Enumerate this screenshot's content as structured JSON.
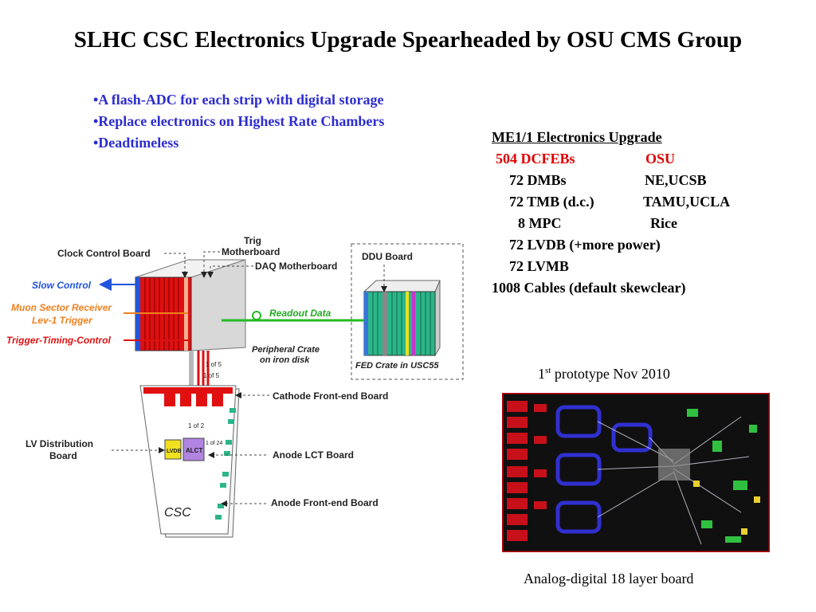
{
  "title": "SLHC CSC Electronics Upgrade Spearheaded by OSU CMS Group",
  "bullets": [
    "•A flash-ADC for each strip with digital storage",
    "•Replace electronics on Highest Rate Chambers",
    "•Deadtimeless"
  ],
  "upgrade": {
    "header": "ME1/1 Electronics Upgrade",
    "rows": [
      {
        "item": "504 DCFEBs",
        "who": "OSU"
      },
      {
        "item": "72 DMBs",
        "who": "NE,UCSB"
      },
      {
        "item": "72 TMB (d.c.)",
        "who": "TAMU,UCLA"
      },
      {
        "item": "8 MPC",
        "who": "Rice"
      },
      {
        "item": "72 LVDB (+more power)",
        "who": ""
      },
      {
        "item": "72 LVMB",
        "who": ""
      }
    ],
    "cables": "1008 Cables (default skewclear)"
  },
  "prototype": {
    "caption_pre": "1",
    "caption_sup": "st",
    "caption_post": " prototype Nov 2010",
    "board_caption": "Analog-digital 18 layer board"
  },
  "diagram": {
    "labels": {
      "clock_control": "Clock Control Board",
      "trig_mb_1": "Trig",
      "trig_mb_2": "Motherboard",
      "daq_mb": "DAQ Motherboard",
      "ddu_board": "DDU Board",
      "slow_control": "Slow Control",
      "muon_sector_1": "Muon Sector Receiver",
      "muon_sector_2": "Lev-1 Trigger",
      "ttc": "Trigger-Timing-Control",
      "readout": "Readout Data",
      "periph_1": "Peripheral Crate",
      "periph_2": "on iron disk",
      "fed_crate": "FED Crate in USC55",
      "one_of_five_a": "1 of 5",
      "one_of_five_b": "1 of 5",
      "cathode_feb": "Cathode Front-end Board",
      "one_of_two": "1 of 2",
      "one_of_24": "1 of 24",
      "lvdb": "LVDB",
      "alct": "ALCT",
      "lv_dist_1": "LV Distribution",
      "lv_dist_2": "Board",
      "anode_lct": "Anode LCT Board",
      "anode_feb": "Anode Front-end Board",
      "csc": "CSC"
    },
    "colors": {
      "crate_red": "#e01010",
      "slow_blue": "#2255dd",
      "muon_orange": "#f08020",
      "ttc_red": "#dd1111",
      "readout_green": "#22bb22",
      "ddu_teal": "#2bb58a",
      "lvdb_yellow": "#f0e020",
      "alct_purple": "#b084e0"
    }
  }
}
